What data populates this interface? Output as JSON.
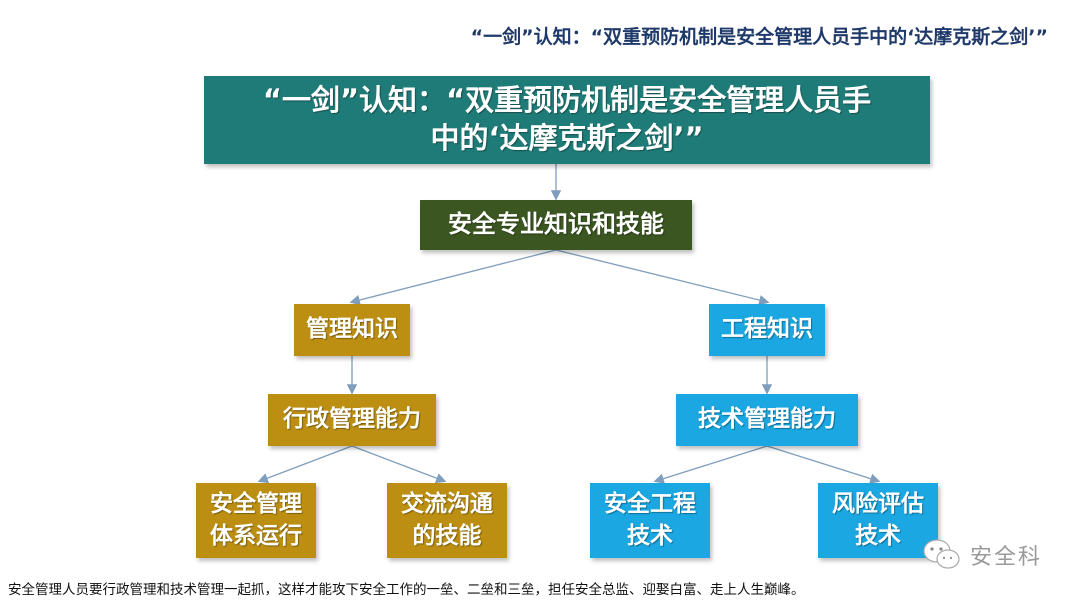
{
  "header": {
    "title": "“一剑”认知：“双重预防机制是安全管理人员手中的‘达摩克斯之剑’”"
  },
  "diagram": {
    "root": {
      "line1": "“一剑”认知：“双重预防机制是安全管理人员手",
      "line2": "中的‘达摩克斯之剑’”",
      "color": "#1f7b77"
    },
    "level1": {
      "label": "安全专业知识和技能",
      "color": "#3b5621"
    },
    "left_branch": {
      "color": "#bc8f12",
      "knowledge": "管理知识",
      "ability": "行政管理能力",
      "leaves": [
        {
          "line1": "安全管理",
          "line2": "体系运行"
        },
        {
          "line1": "交流沟通",
          "line2": "的技能"
        }
      ]
    },
    "right_branch": {
      "color": "#1aa7e2",
      "knowledge": "工程知识",
      "ability": "技术管理能力",
      "leaves": [
        {
          "line1": "安全工程",
          "line2": "技术"
        },
        {
          "line1": "风险评估",
          "line2": "技术"
        }
      ]
    },
    "connector_color": "#7f9ebd"
  },
  "footer": {
    "caption": "安全管理人员要行政管理和技术管理一起抓，这样才能攻下安全工作的一垒、二垒和三垒，担任安全总监、迎娶白富、走上人生巅峰。"
  },
  "watermark": {
    "icon": "wechat-icon",
    "text": "安全科"
  }
}
